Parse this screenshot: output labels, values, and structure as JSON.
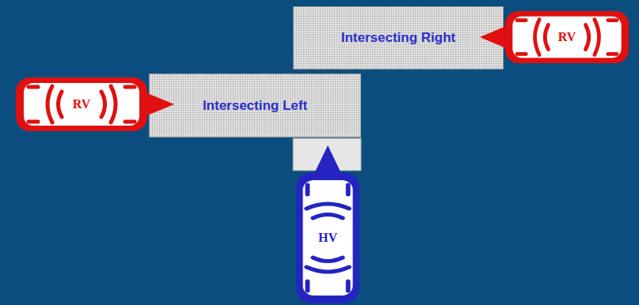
{
  "diagram": {
    "nodes": [
      {
        "text": [
          "Intersecting Right"
        ]
      },
      {
        "text": [
          "RV"
        ]
      },
      {
        "text": [
          "RV"
        ]
      },
      {
        "text": [
          "Intersecting Left"
        ]
      },
      {
        "text": [
          "HV"
        ]
      }
    ]
  }
}
